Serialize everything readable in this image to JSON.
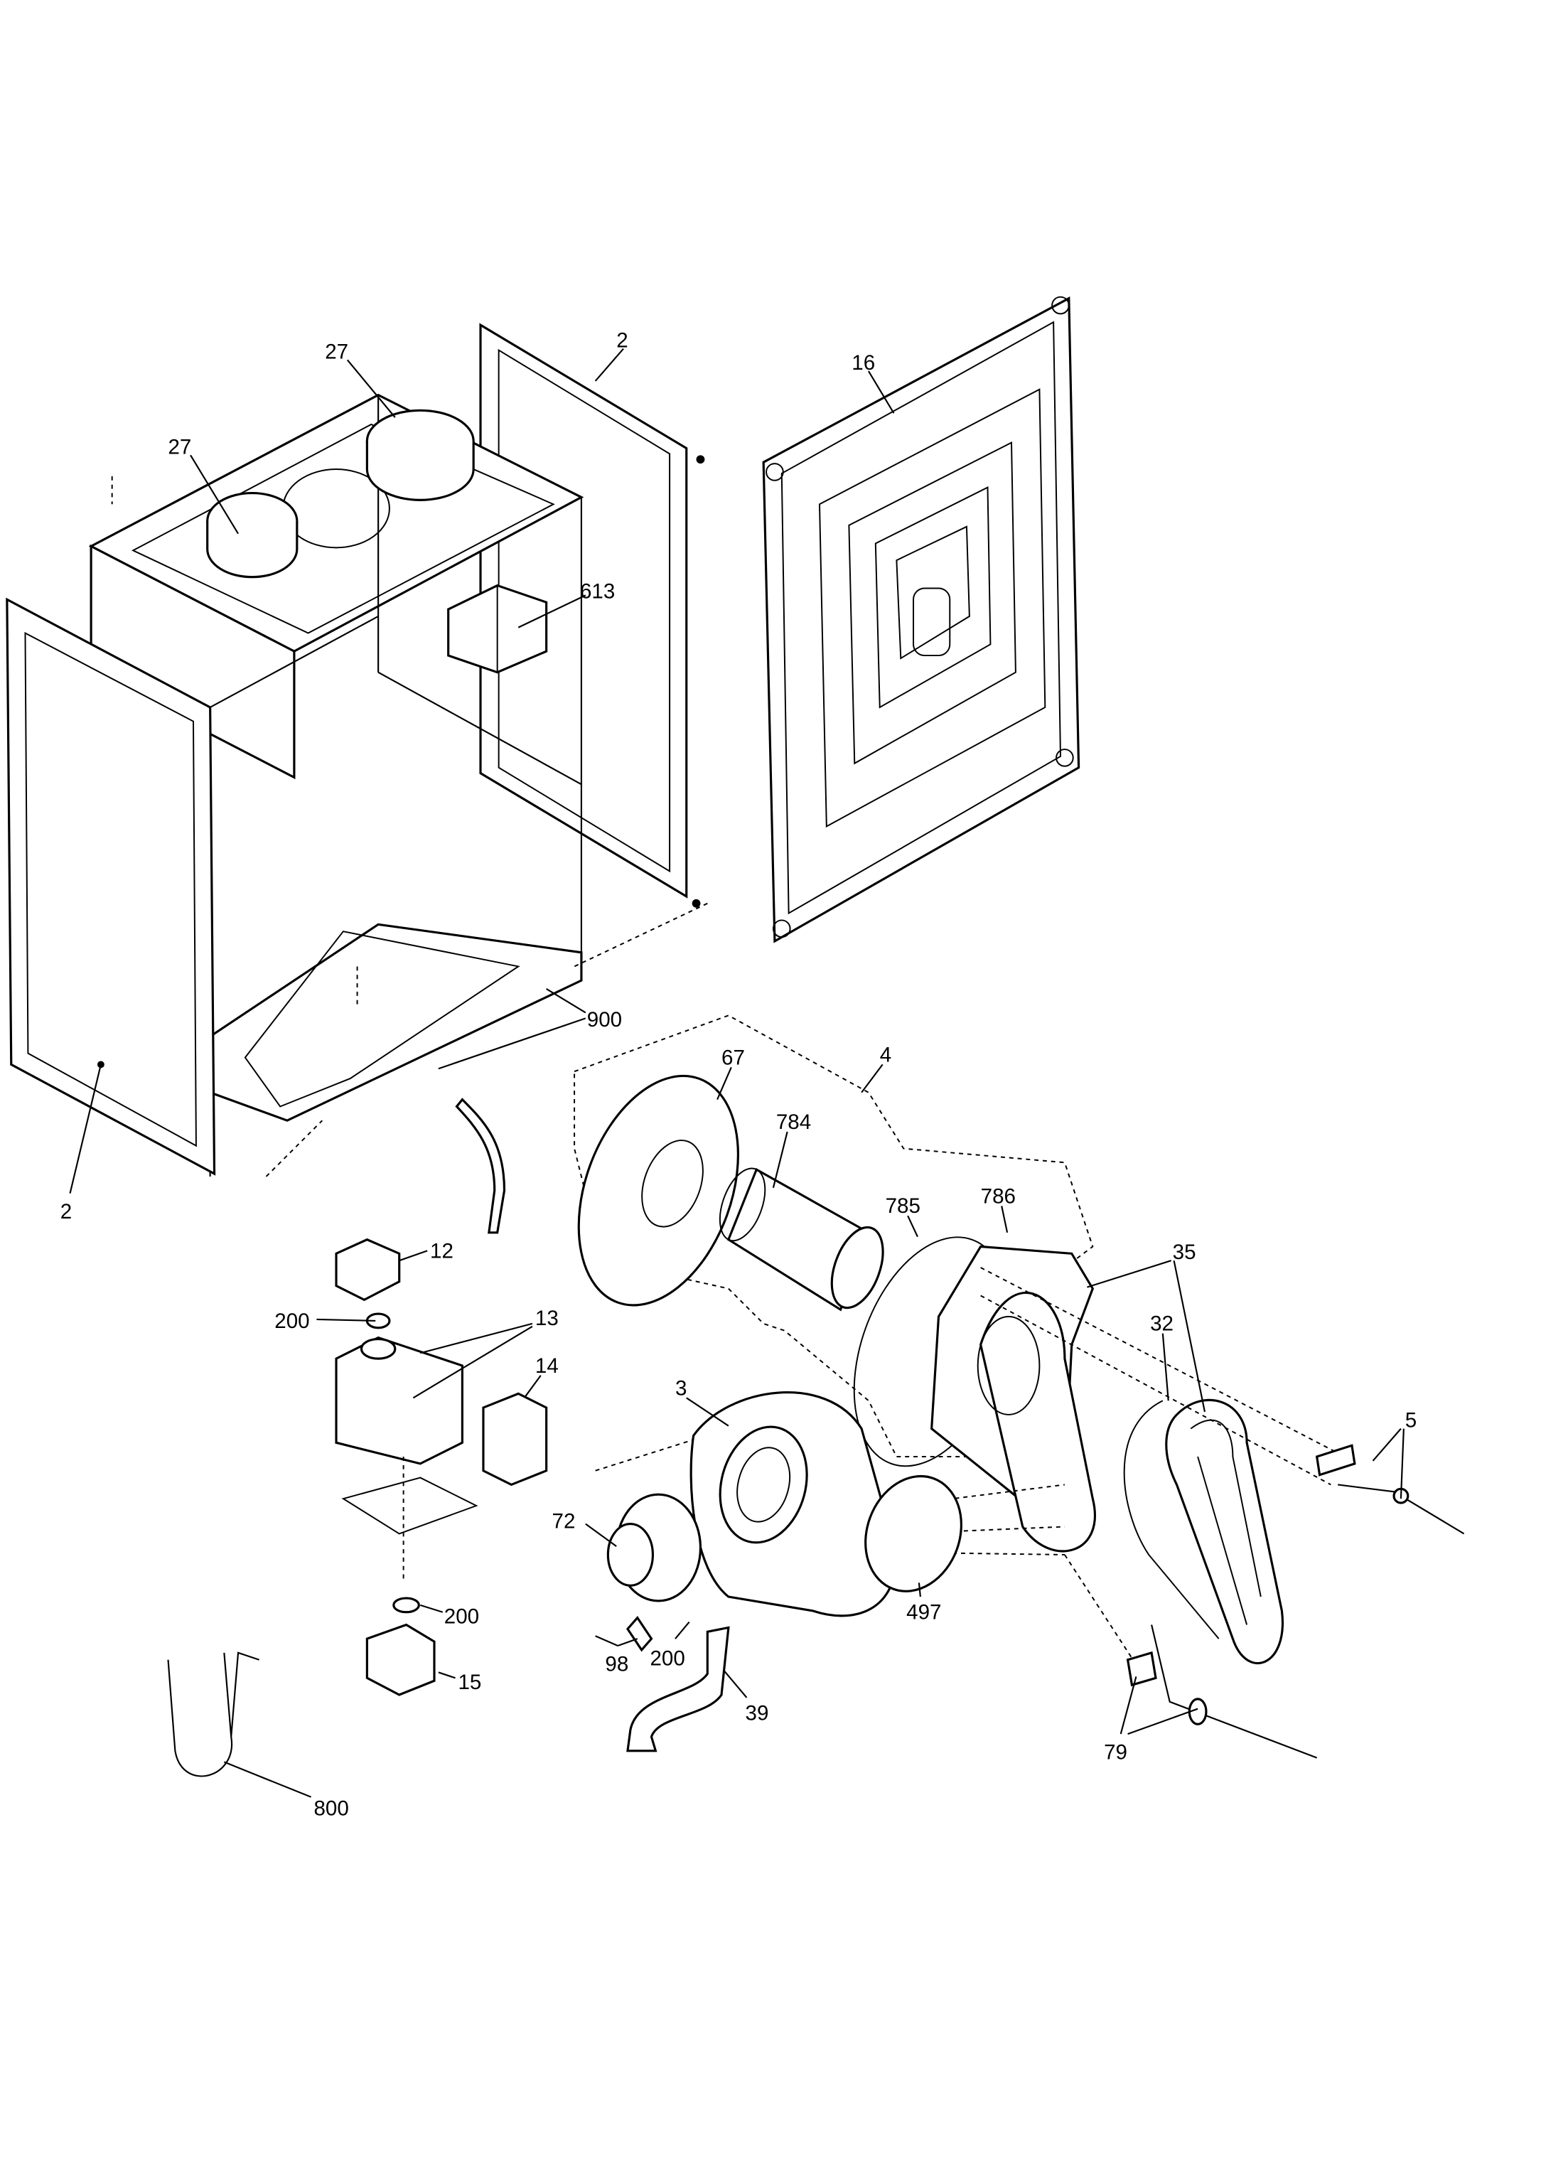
{
  "diagram": {
    "title": "Boiler casing and burner exploded parts diagram",
    "callouts": {
      "frame_top": "2",
      "fan_plate_a": "27",
      "fan_plate_b": "27",
      "front_panel": "16",
      "transformer": "613",
      "bracket": "900",
      "side_panel": "2",
      "burner_assembly": "4",
      "insulation_disc": "67",
      "burner_tube": "784",
      "gasket_785": "785",
      "burner_plate": "786",
      "heat_exchanger_cover": "35",
      "sensor_cable": "32",
      "electrode": "5",
      "elbow": "12",
      "washer_a": "200",
      "gas_valve": "13",
      "valve_cover": "14",
      "fan": "3",
      "venturi": "72",
      "gasket_497": "497",
      "clip": "98",
      "washer_b": "200",
      "gas_pipe": "39",
      "washer_c": "200",
      "gas_cock": "15",
      "cable_harness": "800",
      "ignition_electrode": "79"
    }
  }
}
